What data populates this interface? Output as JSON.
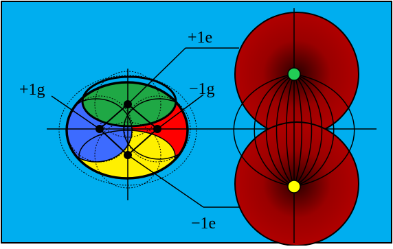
{
  "colors": {
    "background": "#00AEEF",
    "frame_border": "#000000",
    "green_region": "#1FA845",
    "red_region": "#FF0000",
    "blue_region": "#3D6BFF",
    "yellow_region": "#FFF000",
    "sphere_core": "#2A0000",
    "sphere_mid": "#9A0000",
    "sphere_edge": "#B00000",
    "north_charge": "#22CC55",
    "south_charge": "#FFFF00",
    "lines": "#000000"
  },
  "labels": {
    "plus_e": "+1e",
    "plus_g": "+1g",
    "minus_g": "−1g",
    "minus_e": "−1e"
  }
}
